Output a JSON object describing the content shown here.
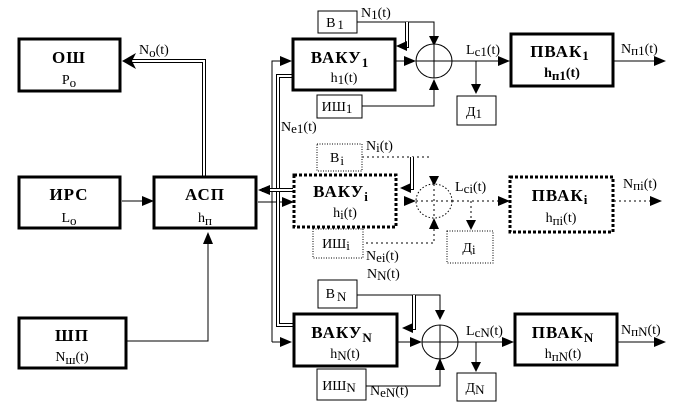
{
  "blocks": {
    "osh": {
      "title": "ОШ",
      "sub": "P",
      "sub_idx": "o"
    },
    "irs": {
      "title": "ИРС",
      "sub": "L",
      "sub_idx": "o"
    },
    "shp": {
      "title": "ШП",
      "sub": "N",
      "sub_idx": "ш",
      "sub_suffix": "(t)"
    },
    "asp": {
      "title": "АСП",
      "sub": "h",
      "sub_idx": "п"
    },
    "vaku1": {
      "title": "ВАКУ",
      "title_idx": "1",
      "sub": "h",
      "sub_idx": "1",
      "sub_suffix": "(t)"
    },
    "vakui": {
      "title": "ВАКУ",
      "title_idx": "i",
      "sub": "h",
      "sub_idx": "i",
      "sub_suffix": "(t)"
    },
    "vakuN": {
      "title": "ВАКУ",
      "title_idx": "N",
      "sub": "h",
      "sub_idx": "N",
      "sub_suffix": "(t)"
    },
    "pvak1": {
      "title": "ПВАК",
      "title_idx": "1",
      "sub": "h",
      "sub_idx": "п1",
      "sub_suffix": "(t)"
    },
    "pvaki": {
      "title": "ПВАК",
      "title_idx": "i",
      "sub": "h",
      "sub_idx": "пi",
      "sub_suffix": "(t)"
    },
    "pvakN": {
      "title": "ПВАК",
      "title_idx": "N",
      "sub": "h",
      "sub_idx": "пN",
      "sub_suffix": "(t)"
    },
    "b1": {
      "title": "В",
      "idx": "1"
    },
    "bi": {
      "title": "В",
      "idx": "i"
    },
    "bN": {
      "title": "В",
      "idx": "N"
    },
    "ish1": {
      "title": "ИШ",
      "idx": "1"
    },
    "ishi": {
      "title": "ИШ",
      "idx": "i"
    },
    "ishN": {
      "title": "ИШ",
      "idx": "N"
    },
    "d1": {
      "title": "Д",
      "idx": "1"
    },
    "di": {
      "title": "Д",
      "idx": "i"
    },
    "dN": {
      "title": "Д",
      "idx": "N"
    }
  },
  "signals": {
    "No": {
      "base": "N",
      "idx": "o",
      "suffix": "(t)"
    },
    "N1": {
      "base": "N",
      "idx": "1",
      "suffix": "(t)"
    },
    "Ni": {
      "base": "N",
      "idx": "i",
      "suffix": "(t)"
    },
    "NN": {
      "base": "N",
      "idx": "N",
      "suffix": "(t)"
    },
    "Ne1": {
      "base": "N",
      "idx": "e1",
      "suffix": "(t)"
    },
    "Nei": {
      "base": "N",
      "idx": "ei",
      "suffix": "(t)"
    },
    "NeN": {
      "base": "N",
      "idx": "eN",
      "suffix": "(t)"
    },
    "Lc1": {
      "base": "L",
      "idx": "c1",
      "suffix": "(t)"
    },
    "Lci": {
      "base": "L",
      "idx": "ci",
      "suffix": "(t)"
    },
    "LcN": {
      "base": "L",
      "idx": "cN",
      "suffix": "(t)"
    },
    "Np1": {
      "base": "N",
      "idx": "п1",
      "suffix": "(t)"
    },
    "Npi": {
      "base": "N",
      "idx": "пi",
      "suffix": "(t)"
    },
    "NpN": {
      "base": "N",
      "idx": "пN",
      "suffix": "(t)"
    }
  }
}
